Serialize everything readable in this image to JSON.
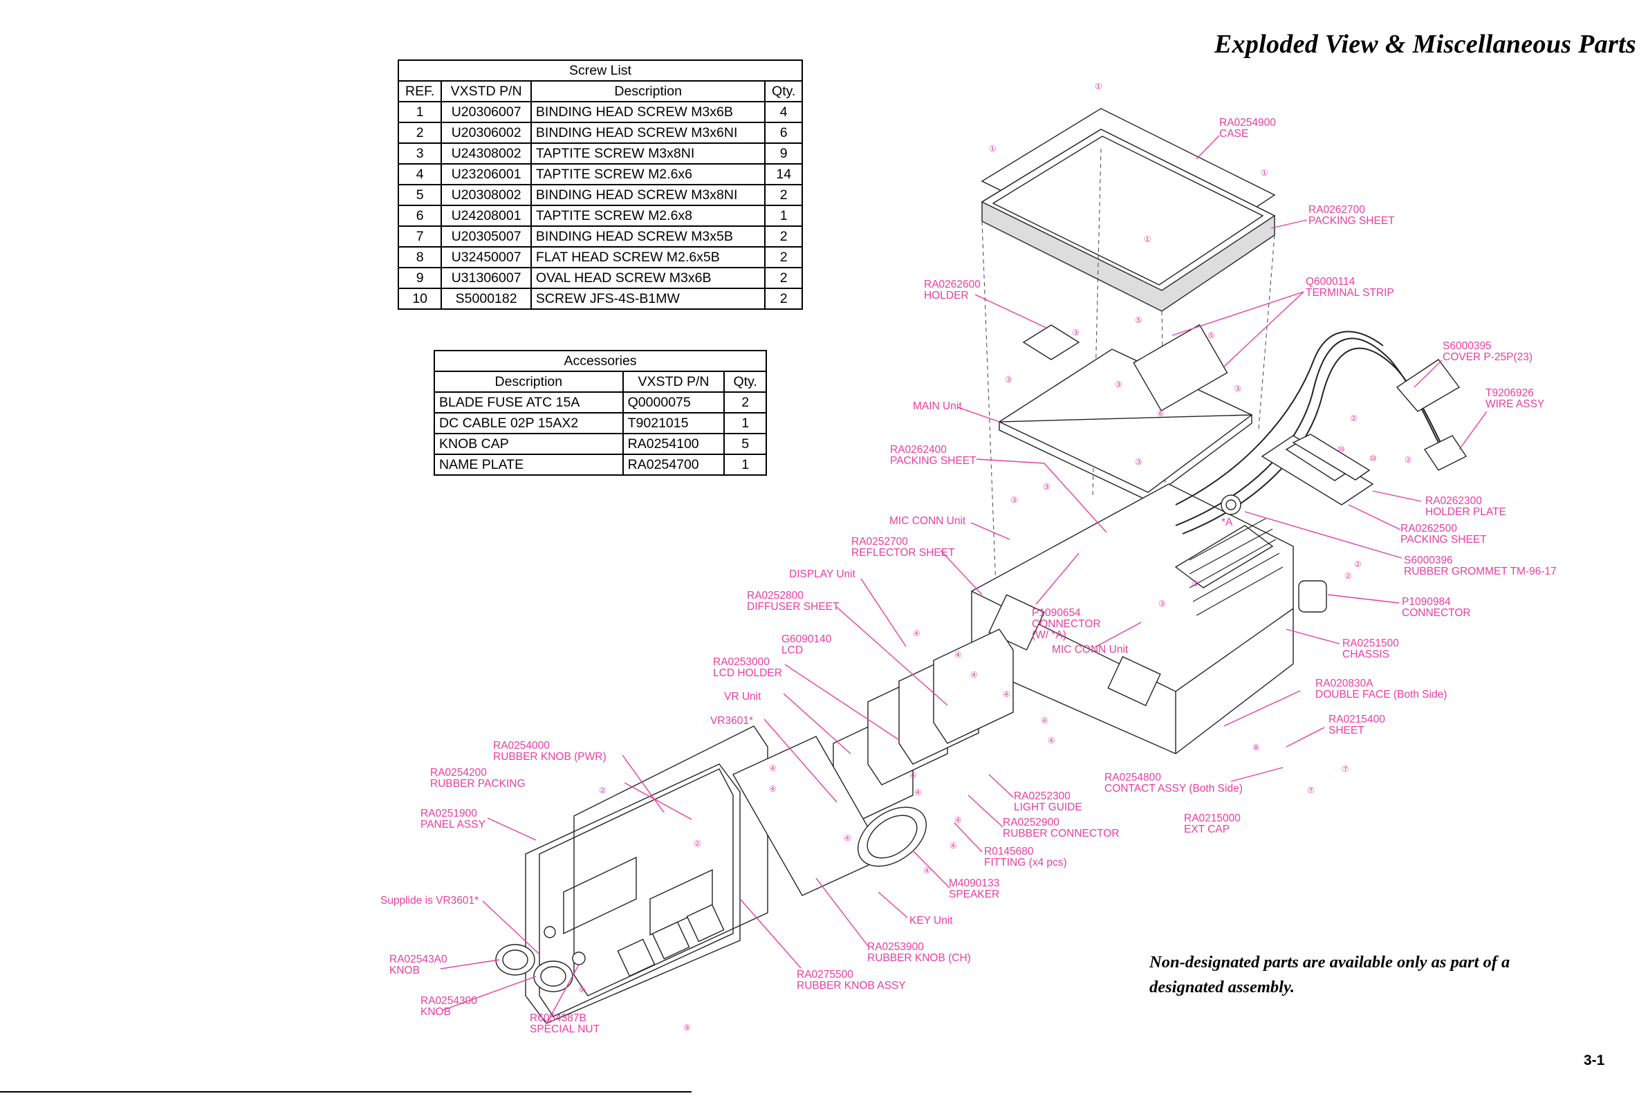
{
  "header": {
    "title": "Exploded View & Miscellaneous Parts"
  },
  "screw_list": {
    "caption": "Screw List",
    "columns": [
      "REF.",
      "VXSTD P/N",
      "Description",
      "Qty."
    ],
    "rows": [
      [
        "1",
        "U20306007",
        "BINDING HEAD SCREW M3x6B",
        "4"
      ],
      [
        "2",
        "U20306002",
        "BINDING HEAD SCREW M3x6NI",
        "6"
      ],
      [
        "3",
        "U24308002",
        "TAPTITE SCREW M3x8NI",
        "9"
      ],
      [
        "4",
        "U23206001",
        "TAPTITE SCREW M2.6x6",
        "14"
      ],
      [
        "5",
        "U20308002",
        "BINDING HEAD SCREW M3x8NI",
        "2"
      ],
      [
        "6",
        "U24208001",
        "TAPTITE SCREW M2.6x8",
        "1"
      ],
      [
        "7",
        "U20305007",
        "BINDING HEAD SCREW M3x5B",
        "2"
      ],
      [
        "8",
        "U32450007",
        "FLAT HEAD SCREW M2.6x5B",
        "2"
      ],
      [
        "9",
        "U31306007",
        "OVAL HEAD SCREW M3x6B",
        "2"
      ],
      [
        "10",
        "S5000182",
        "SCREW JFS-4S-B1MW",
        "2"
      ]
    ]
  },
  "accessories": {
    "caption": "Accessories",
    "columns": [
      "Description",
      "VXSTD P/N",
      "Qty."
    ],
    "rows": [
      [
        "BLADE FUSE  ATC 15A",
        "Q0000075",
        "2"
      ],
      [
        "DC CABLE  02P 15AX2",
        "T9021015",
        "1"
      ],
      [
        "KNOB CAP",
        "RA0254100",
        "5"
      ],
      [
        "NAME PLATE",
        "RA0254700",
        "1"
      ]
    ]
  },
  "diagram": {
    "labels": {
      "case": [
        "RA0254900",
        "CASE"
      ],
      "packing_sheet_top": [
        "RA0262700",
        "PACKING SHEET"
      ],
      "terminal_strip": [
        "Q6000114",
        "TERMINAL STRIP"
      ],
      "holder": [
        "RA0262600",
        "HOLDER"
      ],
      "cover": [
        "S6000395",
        "COVER P-25P(23)"
      ],
      "wire_assy": [
        "T9206926",
        "WIRE ASSY"
      ],
      "main_unit": [
        "MAIN Unit"
      ],
      "packing_sheet_main": [
        "RA0262400",
        "PACKING SHEET"
      ],
      "holder_plate": [
        "RA0262300",
        "HOLDER PLATE"
      ],
      "packing_sheet_rear": [
        "RA0262500",
        "PACKING SHEET"
      ],
      "grommet": [
        "S6000396",
        "RUBBER GROMMET TM-96-17"
      ],
      "mic_conn_unit": [
        "MIC CONN Unit"
      ],
      "reflector_sheet": [
        "RA0252700",
        "REFLECTOR SHEET"
      ],
      "display_unit": [
        "DISPLAY Unit"
      ],
      "connector_rear": [
        "P1090984",
        "CONNECTOR"
      ],
      "diffuser_sheet": [
        "RA0252800",
        "DIFFUSER SHEET"
      ],
      "connector_w": [
        "P1090654",
        "CONNECTOR",
        "(W/ *A)"
      ],
      "mic_conn_unit_2": [
        "MIC CONN Unit"
      ],
      "chassis": [
        "RA0251500",
        "CHASSIS"
      ],
      "lcd": [
        "G6090140",
        "LCD"
      ],
      "lcd_holder": [
        "RA0253000",
        "LCD HOLDER"
      ],
      "double_face": [
        "RA020830A",
        "DOUBLE FACE (Both Side)"
      ],
      "vr_unit": [
        "VR Unit"
      ],
      "vr3601": [
        "VR3601*"
      ],
      "sheet": [
        "RA0215400",
        "SHEET"
      ],
      "rubber_knob_pwr": [
        "RA0254000",
        "RUBBER KNOB (PWR)"
      ],
      "rubber_packing": [
        "RA0254200",
        "RUBBER PACKING"
      ],
      "contact_assy": [
        "RA0254800",
        "CONTACT ASSY (Both Side)"
      ],
      "light_guide": [
        "RA0252300",
        "LIGHT GUIDE"
      ],
      "panel_assy": [
        "RA0251900",
        "PANEL ASSY"
      ],
      "rubber_connector": [
        "RA0252900",
        "RUBBER CONNECTOR"
      ],
      "ext_cap": [
        "RA0215000",
        "EXT CAP"
      ],
      "fitting": [
        "R0145680",
        "FITTING (x4 pcs)"
      ],
      "speaker": [
        "M4090133",
        "SPEAKER"
      ],
      "supplied": [
        "Supplide is VR3601*"
      ],
      "key_unit": [
        "KEY Unit"
      ],
      "rubber_knob_ch": [
        "RA0253900",
        "RUBBER KNOB (CH)"
      ],
      "knob_1": [
        "RA02543A0",
        "KNOB"
      ],
      "rubber_knob_assy": [
        "RA0275500",
        "RUBBER KNOB ASSY"
      ],
      "knob_2": [
        "RA0254300",
        "KNOB"
      ],
      "special_nut": [
        "R6054387B",
        "SPECIAL NUT"
      ],
      "star_a": [
        "*A"
      ]
    },
    "screw_refs": [
      "①",
      "②",
      "③",
      "④",
      "⑤",
      "⑥",
      "⑦",
      "⑧",
      "⑨",
      "⑩"
    ]
  },
  "note": {
    "text": "Non-designated parts are available only as part of a designated assembly."
  },
  "footer": {
    "page": "3-1"
  },
  "colors": {
    "label": "#e83d9e",
    "line": "#222222"
  }
}
